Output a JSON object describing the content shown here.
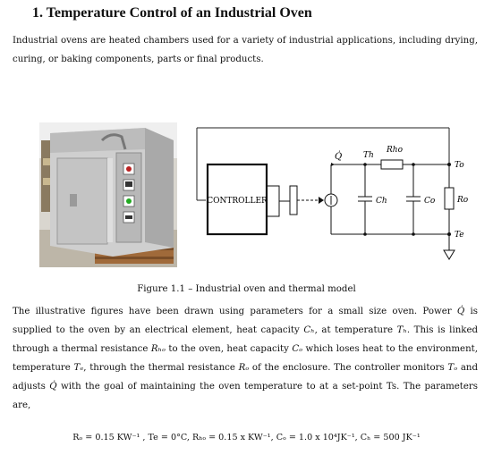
{
  "section": {
    "heading": "1. Temperature Control of an Industrial Oven",
    "intro": "Industrial ovens are heated chambers used for a variety of industrial applications, including drying, curing, or baking components, parts or final products."
  },
  "figure": {
    "caption": "Figure 1.1 – Industrial oven and thermal model",
    "photo_alt": "industrial oven photo",
    "model": {
      "controller_label": "CONTROLLER",
      "q_label": "Q̇",
      "th_label": "Th",
      "rho_label": "Rho",
      "to_label": "To",
      "ch_label": "Ch",
      "co_label": "Co",
      "ro_label": "Ro",
      "te_label": "Te"
    }
  },
  "body": {
    "s1": "The illustrative figures have been drawn using parameters for a small size oven. Power ",
    "q1": "Q̇",
    "s2": " is supplied to the oven by an electrical element, heat capacity ",
    "ch": "Cₕ",
    "s3": ", at temperature ",
    "th": "Tₕ",
    "s4": ". This is linked through a thermal resistance ",
    "rho": "Rₕₒ",
    "s5": " to the oven, heat capacity ",
    "co": "Cₒ",
    "s6": " which loses heat to the environment, temperature ",
    "te": "Tₑ",
    "s7": ", through the thermal resistance ",
    "ro": "Rₒ",
    "s8": " of the enclosure. The controller monitors ",
    "to": "Tₒ",
    "s9": " and adjusts ",
    "q2": "Q̇",
    "s10": " with the goal of maintaining the oven temperature to at a set-point Ts. The parameters are,"
  },
  "parameters": "Rₒ = 0.15 KW⁻¹ , Te = 0°C, Rₕₒ = 0.15 x KW⁻¹, Cₒ = 1.0 x 10⁴JK⁻¹, Cₕ = 500 JK⁻¹"
}
